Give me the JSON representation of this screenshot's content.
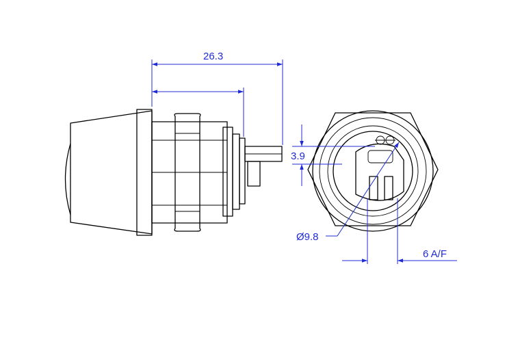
{
  "drawing": {
    "colors": {
      "line": "#000000",
      "dimension": "#1f2bd6",
      "background": "#ffffff"
    },
    "dimensions": {
      "overall_length": "26.3",
      "cam_offset": "3.9",
      "diameter": "Ø9.8",
      "across_flats": "6 A/F"
    }
  }
}
